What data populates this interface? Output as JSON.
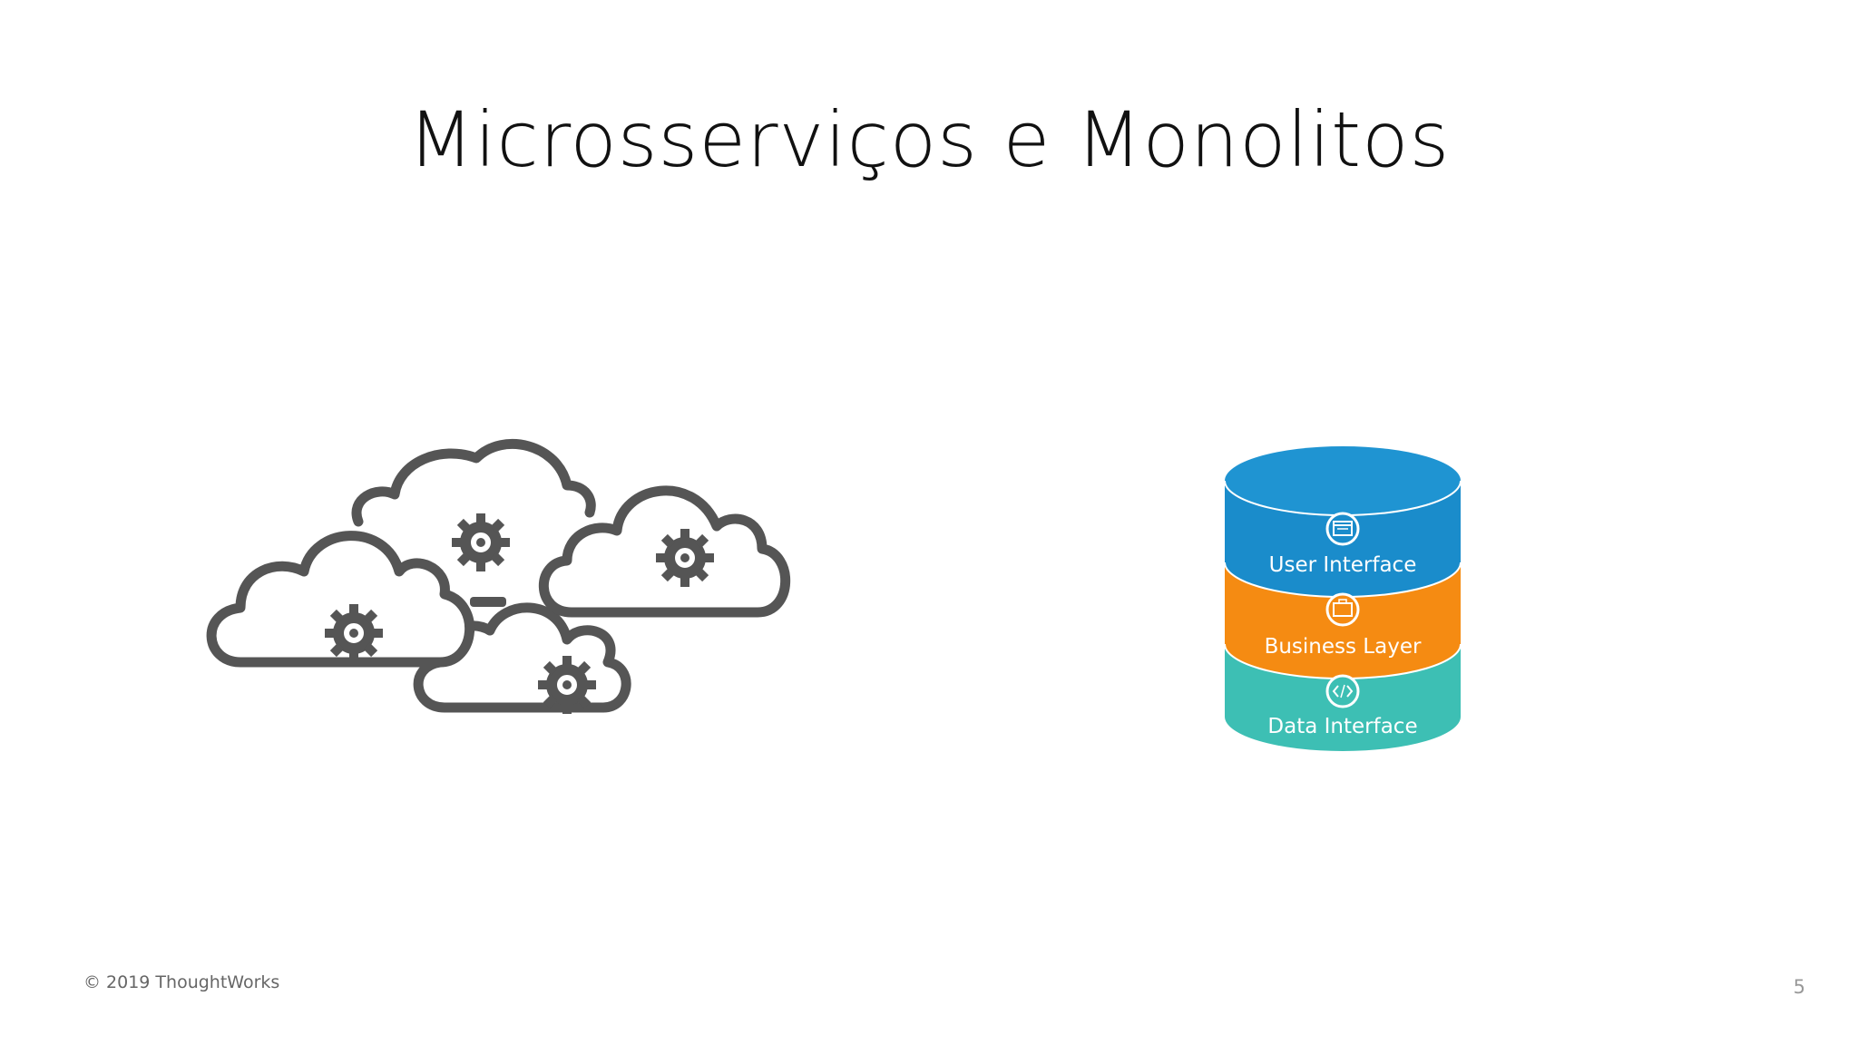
{
  "slide": {
    "title": "Microsserviços e Monolitos",
    "footer": "© 2019 ThoughtWorks",
    "page_number": "5"
  },
  "monolith": {
    "layers": [
      {
        "label": "User Interface",
        "icon": "window-icon",
        "color": "#1a8ccb"
      },
      {
        "label": "Business Layer",
        "icon": "briefcase-icon",
        "color": "#f58b12"
      },
      {
        "label": "Data Interface",
        "icon": "code-icon",
        "color": "#3dbfb4"
      }
    ]
  },
  "microservices": {
    "icon": "clouds-with-gears-icon",
    "color": "#555555"
  }
}
